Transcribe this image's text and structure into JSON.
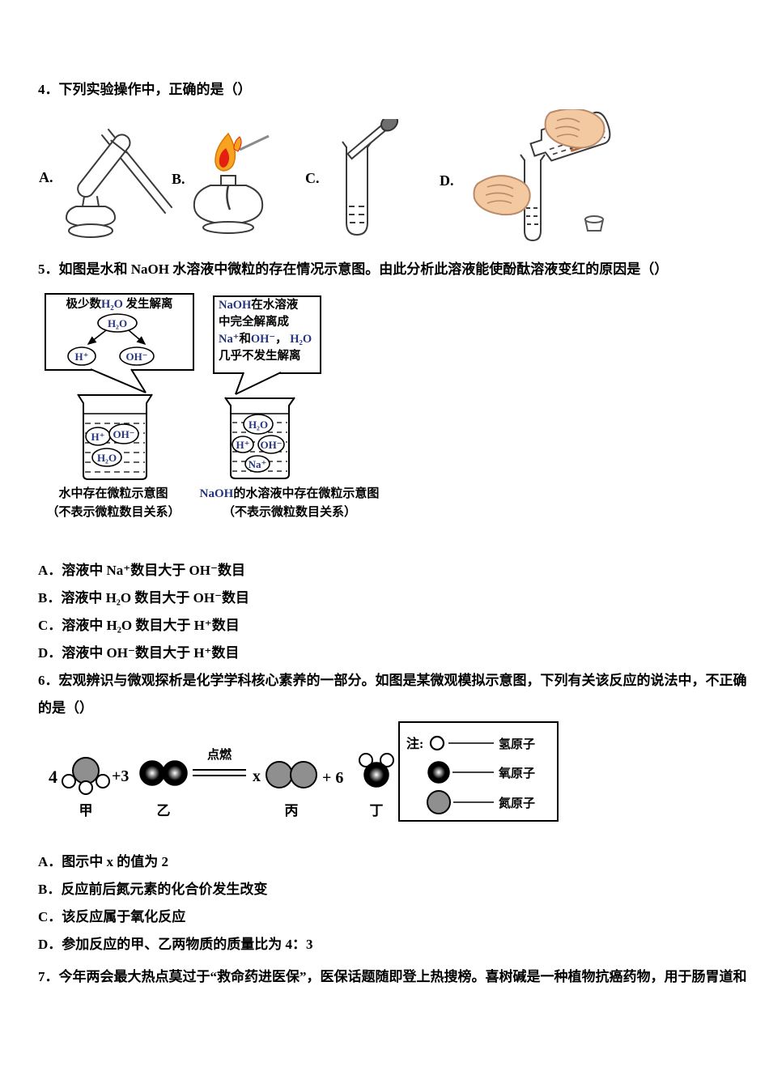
{
  "page": {
    "background": "#ffffff",
    "ink": "#000000",
    "formula_blue": "#26357d"
  },
  "q4": {
    "stem": "4．下列实验操作中，正确的是（）",
    "labels": [
      "A.",
      "B.",
      "C.",
      "D."
    ],
    "icons": [
      "test-tube-heating",
      "alcohol-lamp-lighting",
      "dropper-into-test-tube",
      "pouring-liquid-into-test-tube"
    ]
  },
  "q5": {
    "stem": "5．如图是水和 NaOH 水溶液中微粒的存在情况示意图。由此分析此溶液能使酚酞溶液变红的原因是（）",
    "figure": {
      "bubble_left": {
        "title": [
          {
            "t": "极少数"
          },
          {
            "t": "H₂O",
            "c": "#26357d"
          },
          {
            "t": " 发生解离"
          }
        ],
        "parent": "H₂O",
        "child_left": "H⁺",
        "child_right": "OH⁻"
      },
      "bubble_right": {
        "line1": [
          {
            "t": "NaOH",
            "c": "#26357d"
          },
          {
            "t": "在水溶液"
          }
        ],
        "line2": "中完全解离成",
        "line3": [
          {
            "t": "Na⁺",
            "c": "#26357d"
          },
          {
            "t": "和"
          },
          {
            "t": "OH⁻",
            "c": "#26357d"
          },
          {
            "t": "， "
          },
          {
            "t": "H₂O",
            "c": "#26357d"
          }
        ],
        "line4": "几乎不发生解离"
      },
      "beaker_left": {
        "p1": "H⁺",
        "p2": "OH⁻",
        "p3": "H₂O",
        "caption1": "水中存在微粒示意图",
        "caption2": "（不表示微粒数目关系）"
      },
      "beaker_right": {
        "p1": "H₂O",
        "p2": "H⁺",
        "p3": "OH⁻",
        "p4": "Na⁺",
        "caption1": [
          {
            "t": "NaOH",
            "c": "#26357d"
          },
          {
            "t": "的水溶液中存在微粒示意图"
          }
        ],
        "caption2": "（不表示微粒数目关系）"
      }
    },
    "options": [
      "A．溶液中 Na⁺数目大于 OH⁻数目",
      "B．溶液中 H₂O 数目大于 OH⁻数目",
      "C．溶液中 H₂O 数目大于 H⁺数目",
      "D．溶液中 OH⁻数目大于 H⁺数目"
    ]
  },
  "q6": {
    "stem_line1": "6．宏观辨识与微观探析是化学学科核心素养的一部分。如图是某微观模拟示意图，下列有关该反应的说法中，不正确",
    "stem_line2": "的是（）",
    "reaction": {
      "coeff_jia": "4",
      "plus_yi": "+3",
      "condition": "点燃",
      "coeff_bing": "x",
      "plus_ding": "+ 6",
      "label_jia": "甲",
      "label_yi": "乙",
      "label_bing": "丙",
      "label_ding": "丁"
    },
    "legend": {
      "note": "注:",
      "hydrogen": "氢原子",
      "oxygen": "氧原子",
      "nitrogen": "氮原子"
    },
    "options": [
      "A．图示中 x 的值为 2",
      "B．反应前后氮元素的化合价发生改变",
      "C．该反应属于氧化反应",
      "D．参加反应的甲、乙两物质的质量比为 4：3"
    ]
  },
  "q7": {
    "stem": "7．今年两会最大热点莫过于“救命药进医保”，医保话题随即登上热搜榜。喜树碱是一种植物抗癌药物，用于肠胃道和"
  }
}
